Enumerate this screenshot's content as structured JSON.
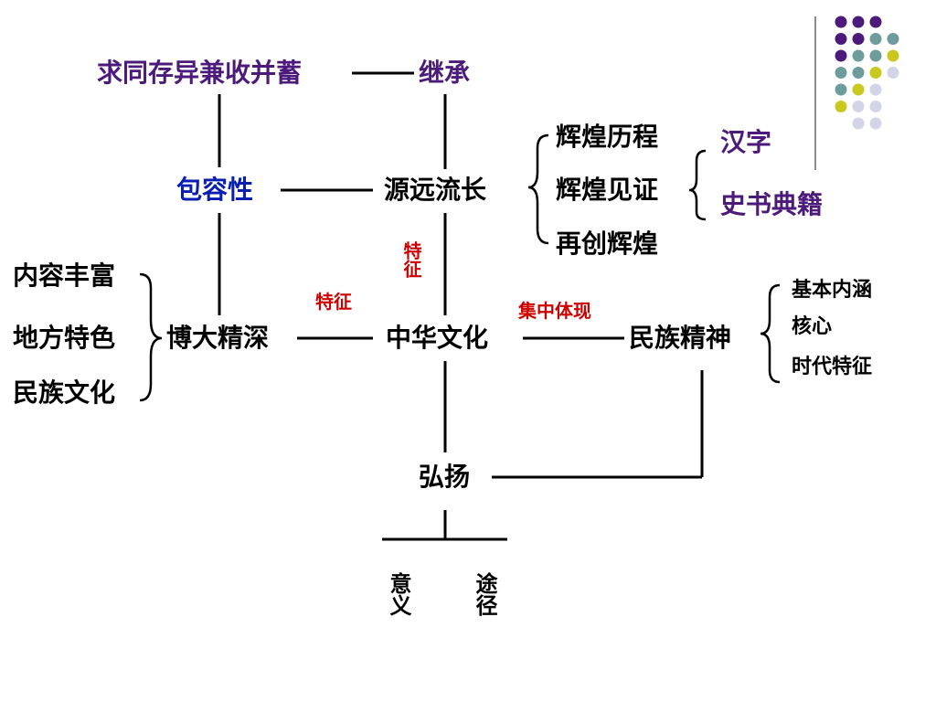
{
  "nodes": {
    "top_left": "求同存异兼收并蓄",
    "inherit": "继承",
    "inclusive": "包容性",
    "long_history": "源远流长",
    "history_items": [
      "辉煌历程",
      "辉煌见证",
      "再创辉煌"
    ],
    "witness_items": [
      "汉字",
      "史书典籍"
    ],
    "left_items": [
      "内容丰富",
      "地方特色",
      "民族文化"
    ],
    "broad": "博大精深",
    "chinese_culture": "中华文化",
    "national_spirit": "民族精神",
    "spirit_items": [
      "基本内涵",
      "核心",
      "时代特征"
    ],
    "promote": "弘扬",
    "meaning": "意义",
    "approach": "途径"
  },
  "labels": {
    "feature_vertical": "特征",
    "feature_horizontal": "特征",
    "concentrated": "集中体现"
  },
  "colors": {
    "purple_text": "#4b1a7a",
    "blue_text": "#0a1fb0",
    "red_text": "#cc0000",
    "dot_purple": "#4b1a7a",
    "dot_teal": "#6e9c9c",
    "dot_yellow": "#c8c81e",
    "dot_lavender": "#d4d4e8"
  },
  "decor_dots": [
    [
      "purple",
      "purple",
      "purple"
    ],
    [
      "purple",
      "purple",
      "teal",
      "teal"
    ],
    [
      "purple",
      "teal",
      "teal",
      "yellow"
    ],
    [
      "teal",
      "teal",
      "yellow",
      "lavender"
    ],
    [
      "teal",
      "yellow",
      "lavender"
    ],
    [
      "yellow",
      "lavender",
      "lavender"
    ],
    [
      "lavender",
      "lavender"
    ]
  ]
}
